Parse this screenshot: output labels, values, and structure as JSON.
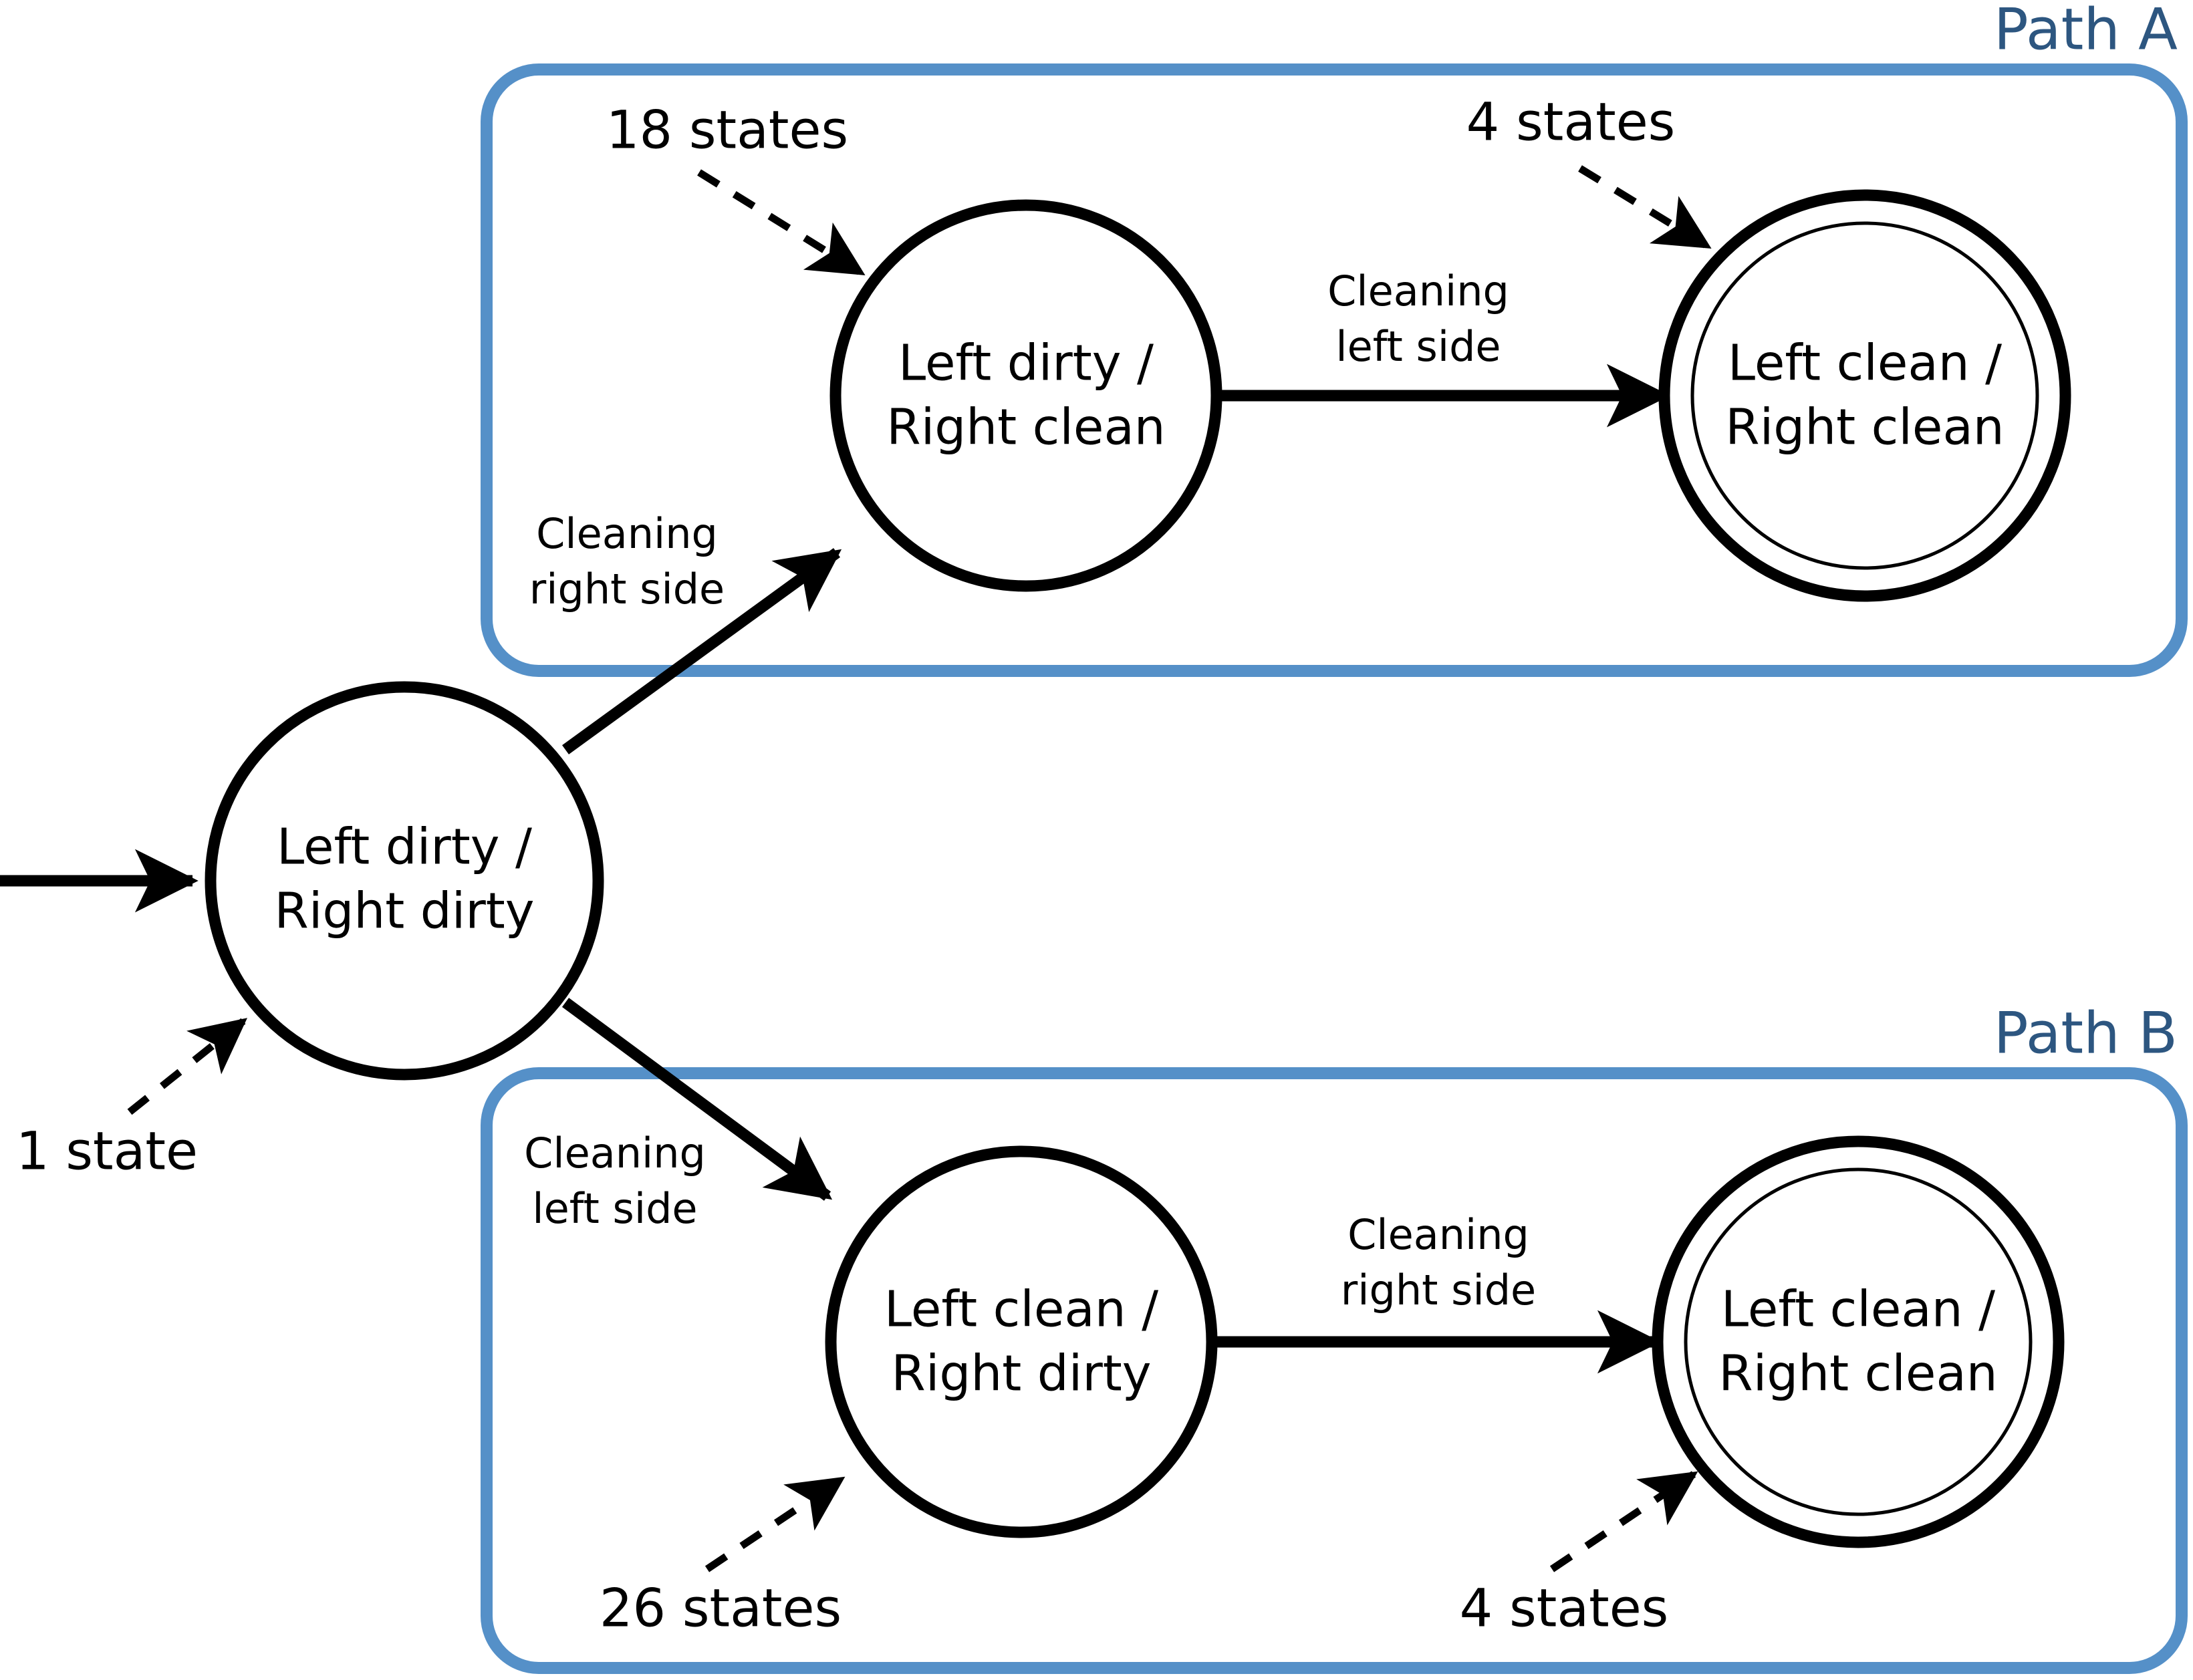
{
  "diagram": {
    "type": "state-transition-diagram",
    "background_color": "#ffffff",
    "ink_color": "#000000",
    "group_border_color": "#5590c8",
    "group_title_color": "#2d5680",
    "groups": [
      {
        "id": "path-a",
        "title": "Path A"
      },
      {
        "id": "path-b",
        "title": "Path B"
      }
    ],
    "nodes": [
      {
        "id": "start",
        "line1": "Left dirty /",
        "line2": "Right dirty",
        "accepting": false,
        "annotation": "1 state"
      },
      {
        "id": "a-mid",
        "line1": "Left dirty /",
        "line2": "Right clean",
        "accepting": false,
        "annotation": "18 states"
      },
      {
        "id": "a-end",
        "line1": "Left clean /",
        "line2": "Right clean",
        "accepting": true,
        "annotation": "4 states"
      },
      {
        "id": "b-mid",
        "line1": "Left clean /",
        "line2": "Right dirty",
        "accepting": false,
        "annotation": "26 states"
      },
      {
        "id": "b-end",
        "line1": "Left clean /",
        "line2": "Right clean",
        "accepting": true,
        "annotation": "4 states"
      }
    ],
    "edges": [
      {
        "id": "start-to-a-mid",
        "line1": "Cleaning",
        "line2": "right side"
      },
      {
        "id": "a-mid-to-a-end",
        "line1": "Cleaning",
        "line2": "left side"
      },
      {
        "id": "start-to-b-mid",
        "line1": "Cleaning",
        "line2": "left side"
      },
      {
        "id": "b-mid-to-b-end",
        "line1": "Cleaning",
        "line2": "right side"
      }
    ],
    "annotations": [
      {
        "id": "annot-18-states",
        "text": "18 states"
      },
      {
        "id": "annot-4-states-top",
        "text": "4 states"
      },
      {
        "id": "annot-1-state",
        "text": "1 state"
      },
      {
        "id": "annot-26-states",
        "text": "26 states"
      },
      {
        "id": "annot-4-states-bottom",
        "text": "4 states"
      }
    ]
  }
}
